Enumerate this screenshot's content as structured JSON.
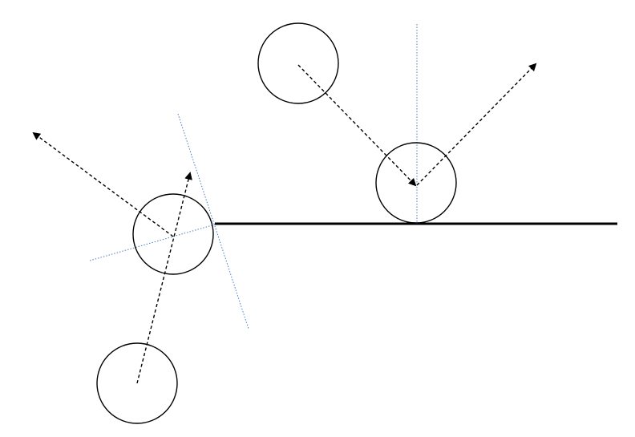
{
  "diagram": {
    "colors": {
      "outline": "#000000",
      "guide_lines": "#4a7fbf",
      "background": "#ffffff"
    },
    "scenes": [
      {
        "id": "corner-bounce",
        "elements": [
          "incoming-ball",
          "contact-ball",
          "tangent-line",
          "normal-line",
          "incoming-trajectory",
          "outgoing-trajectory"
        ]
      },
      {
        "id": "flat-bounce",
        "elements": [
          "incoming-ball",
          "contact-ball",
          "normal-line",
          "incoming-trajectory",
          "outgoing-trajectory"
        ]
      }
    ]
  }
}
